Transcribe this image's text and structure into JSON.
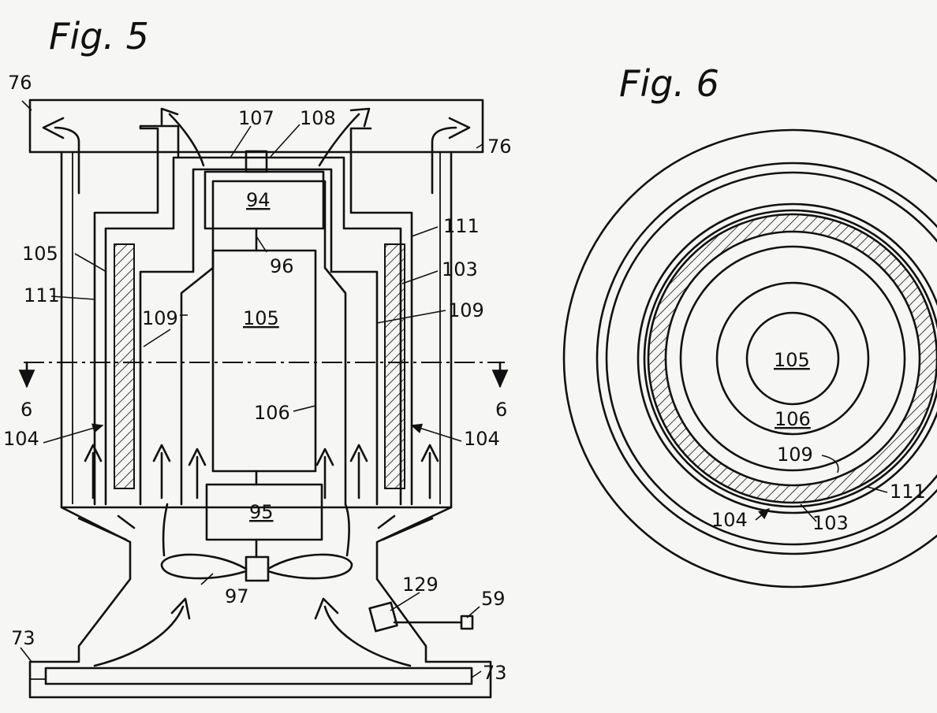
{
  "figures": [
    {
      "title": "Fig. 5"
    },
    {
      "title": "Fig. 6"
    }
  ],
  "fig5_labels": {
    "l76a": "76",
    "l76b": "76",
    "l107": "107",
    "l108": "108",
    "l94": "94",
    "l111a": "111",
    "l111b": "111",
    "l105a": "105",
    "l96": "96",
    "l103": "103",
    "l109a": "109",
    "l109b": "109",
    "l105b": "105",
    "l6a": "6",
    "l6b": "6",
    "l106": "106",
    "l104a": "104",
    "l104b": "104",
    "l95": "95",
    "l97": "97",
    "l129": "129",
    "l59": "59",
    "l73a": "73",
    "l73b": "73"
  },
  "fig6_labels": {
    "l105": "105",
    "l106": "106",
    "l109": "109",
    "l111": "111",
    "l104": "104",
    "l103": "103"
  }
}
